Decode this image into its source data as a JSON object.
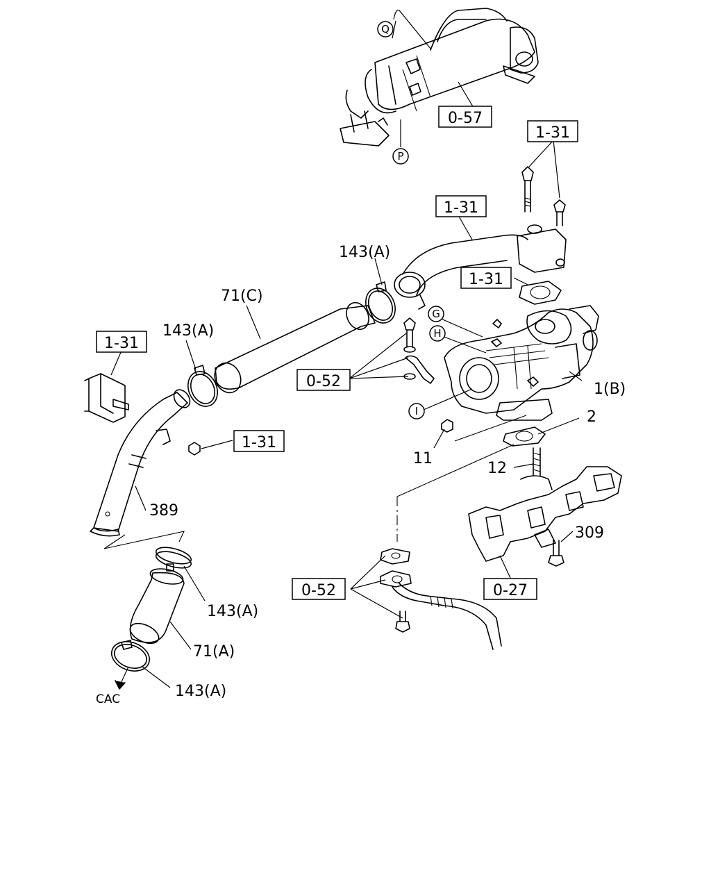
{
  "callouts": {
    "q": "Q",
    "p": "P",
    "g": "G",
    "h": "H",
    "i": "I"
  },
  "boxed_refs": {
    "egr_cooler": "0-57",
    "bolts_top_right": "1-31",
    "pipe_upper": "1-31",
    "gasket_upper": "1-31",
    "bracket_left": "1-31",
    "nut_left": "1-31",
    "oil_feed": "0-52",
    "oil_return": "0-52",
    "exhaust_manifold": "0-27"
  },
  "labels": {
    "clamp_upper": "143(A)",
    "hose_71c": "71(C)",
    "clamp_left": "143(A)",
    "turbo": "1(B)",
    "gasket_2": "2",
    "nut_11": "11",
    "stud_12": "12",
    "bolt_309": "309",
    "pipe_389": "389",
    "clamp_lower_1": "143(A)",
    "hose_71a": "71(A)",
    "clamp_lower_2": "143(A)",
    "cac": "CAC"
  }
}
